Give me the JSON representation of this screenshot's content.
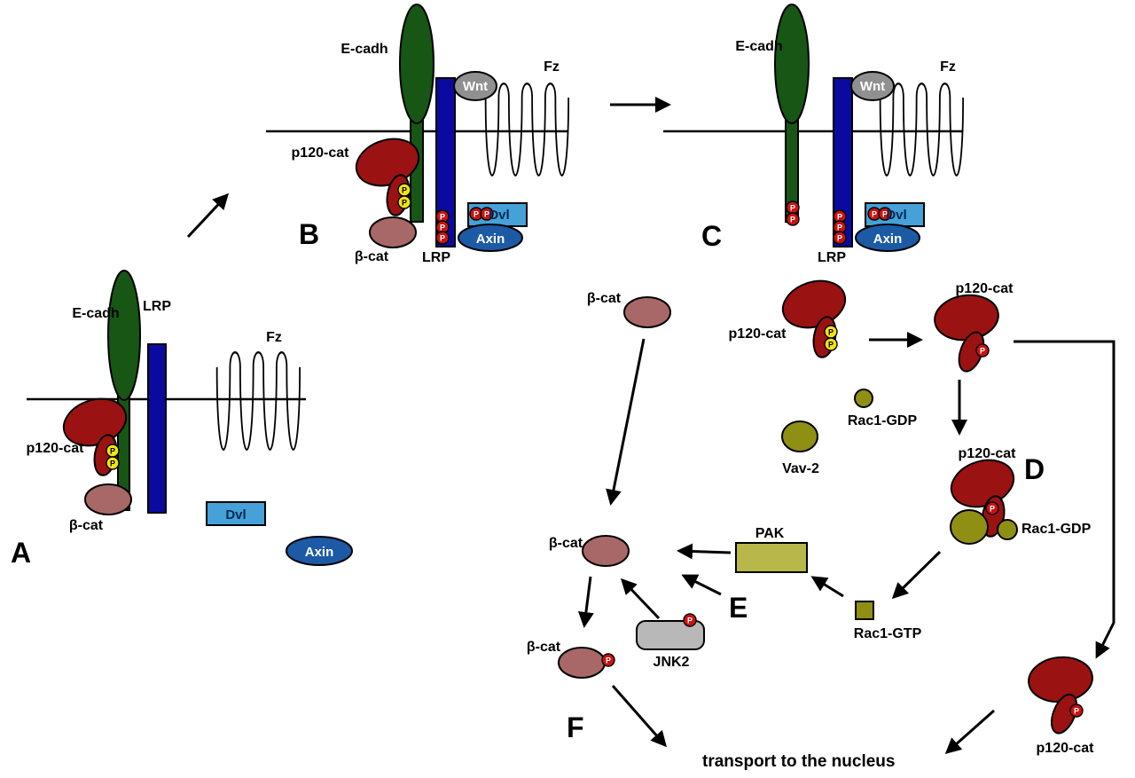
{
  "figure": {
    "panel_letters": {
      "a": "A",
      "b": "B",
      "c": "C",
      "d": "D",
      "e": "E",
      "f": "F"
    },
    "labels": {
      "e_cadh": "E-cadh",
      "lrp": "LRP",
      "fz": "Fz",
      "wnt": "Wnt",
      "dvl": "Dvl",
      "axin": "Axin",
      "p120_cat": "p120-cat",
      "beta_cat": "β-cat",
      "rac1_gdp": "Rac1-GDP",
      "rac1_gtp": "Rac1-GTP",
      "vav2": "Vav-2",
      "pak": "PAK",
      "jnk2": "JNK2",
      "phosphate": "P",
      "transport": "transport to the nucleus"
    },
    "colors": {
      "e_cadherin_green": "#175615",
      "lrp_blue": "#0a0aa0",
      "wnt_gray": "#909090",
      "dvl_light_blue": "#45a1d8",
      "axin_blue": "#1c5aa6",
      "p120_dark_red": "#9b1212",
      "beta_cat_mauve": "#a86868",
      "phosphate_yellow": "#f2e40e",
      "phosphate_red": "#cc1111",
      "olive": "#8f8f14",
      "pak_olive": "#b8b84a",
      "jnk2_gray": "#b8b8b8"
    }
  }
}
